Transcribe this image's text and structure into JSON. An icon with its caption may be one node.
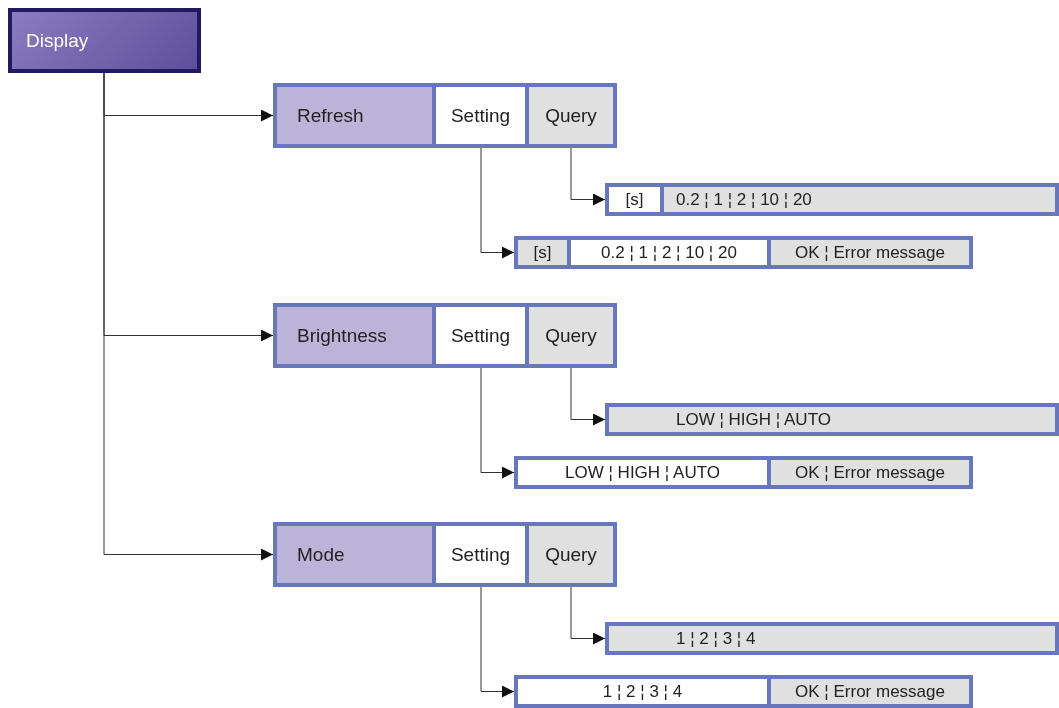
{
  "diagram": {
    "nodes": [
      {
        "text": [
          "Display"
        ]
      },
      {
        "text": [
          "Refresh"
        ]
      },
      {
        "text": [
          "Setting"
        ]
      },
      {
        "text": [
          "Query"
        ]
      },
      {
        "text": [
          "[s]"
        ]
      },
      {
        "text": [
          "0.2 ¦ 1 ¦ 2 ¦ 10 ¦ 20"
        ]
      },
      {
        "text": [
          "[s]"
        ]
      },
      {
        "text": [
          "0.2 ¦ 1 ¦ 2 ¦ 10 ¦ 20"
        ]
      },
      {
        "text": [
          "OK ¦ Error message"
        ]
      },
      {
        "text": [
          "Brightness"
        ]
      },
      {
        "text": [
          "Setting"
        ]
      },
      {
        "text": [
          "Query"
        ]
      },
      {
        "text": [
          "LOW ¦ HIGH ¦ AUTO"
        ]
      },
      {
        "text": [
          "LOW ¦ HIGH ¦ AUTO"
        ]
      },
      {
        "text": [
          "OK ¦ Error message"
        ]
      },
      {
        "text": [
          "Mode"
        ]
      },
      {
        "text": [
          "Setting"
        ]
      },
      {
        "text": [
          "Query"
        ]
      },
      {
        "text": [
          "1 ¦ 2 ¦ 3 ¦ 4"
        ]
      },
      {
        "text": [
          "1 ¦ 2 ¦ 3 ¦ 4"
        ]
      },
      {
        "text": [
          "OK ¦ Error message"
        ]
      }
    ],
    "edges": [
      {
        "from": 0,
        "to": 1,
        "arrow": "to"
      },
      {
        "from": 3,
        "to": 4,
        "arrow": "to"
      },
      {
        "from": 2,
        "to": 6,
        "arrow": "to"
      },
      {
        "from": 0,
        "to": 9,
        "arrow": "to"
      },
      {
        "from": 11,
        "to": 12,
        "arrow": "to"
      },
      {
        "from": 10,
        "to": 13,
        "arrow": "to"
      },
      {
        "from": 0,
        "to": 15,
        "arrow": "to"
      },
      {
        "from": 17,
        "to": 18,
        "arrow": "to"
      },
      {
        "from": 16,
        "to": 19,
        "arrow": "to"
      }
    ]
  }
}
